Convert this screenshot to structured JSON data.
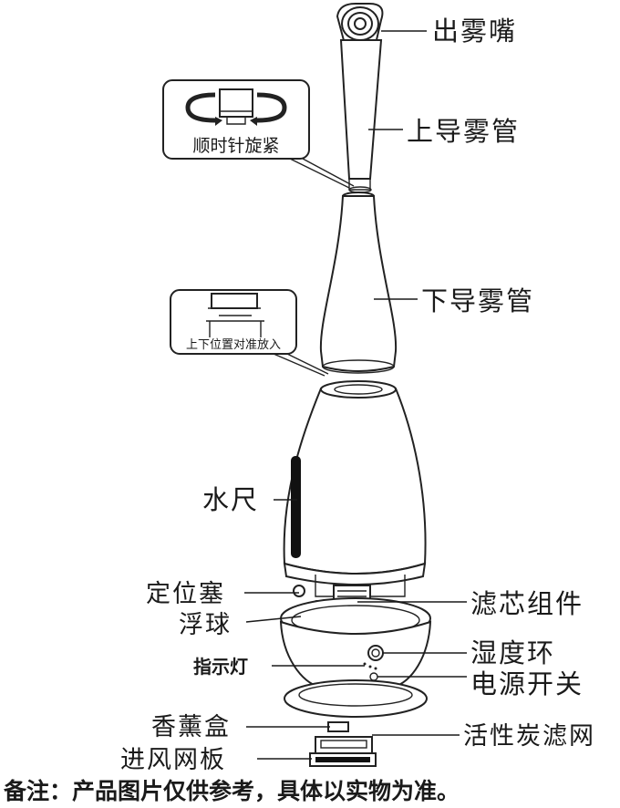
{
  "labels": {
    "nozzle": "出雾嘴",
    "upper_tube": "上导雾管",
    "lower_tube": "下导雾管",
    "water_gauge": "水尺",
    "locating_plug": "定位塞",
    "float_ball": "浮球",
    "indicator": "指示灯",
    "filter_assembly": "滤芯组件",
    "humidity_ring": "湿度环",
    "power_switch": "电源开关",
    "aroma_box": "香薰盒",
    "carbon_filter": "活性炭滤网",
    "air_inlet_plate": "进风网板"
  },
  "callouts": {
    "twist": "顺时针旋紧",
    "align": "上下位置对准放入"
  },
  "footer_note": "备注：产品图片仅供参考，具体以实物为准。"
}
